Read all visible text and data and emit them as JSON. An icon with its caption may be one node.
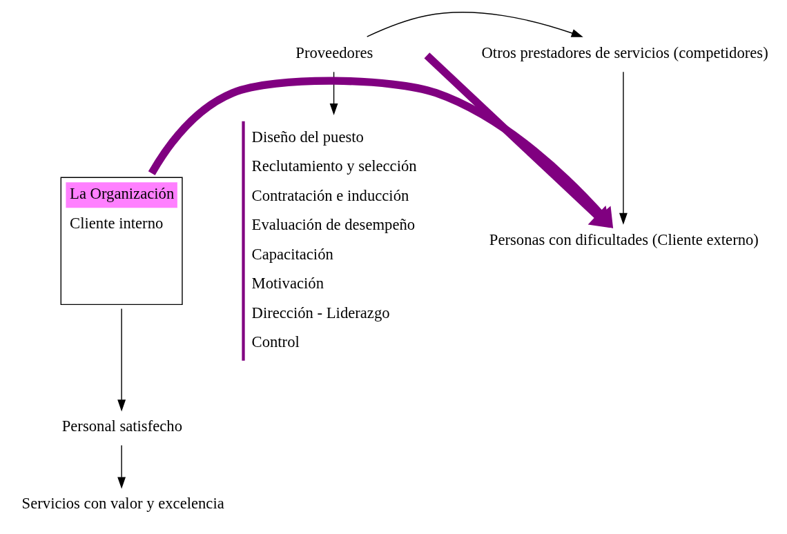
{
  "diagram": {
    "nodes": [
      {
        "text": [
          "Otros prestadores de servicios (competidores)"
        ]
      },
      {
        "text": [
          "Proveedores"
        ]
      },
      {
        "text": [
          "Personas con dificultades (Cliente externo)"
        ]
      },
      {
        "text": [
          "La Organización",
          "Cliente interno"
        ]
      },
      {
        "text": [
          "Personal satisfecho"
        ]
      },
      {
        "text": [
          "Servicios con valor y excelencia"
        ]
      },
      {
        "text": [
          "Diseño del puesto",
          "Reclutamiento y selección",
          "Contratación e inducción",
          "Evaluación de desempeño",
          "Capacitación",
          "Motivación",
          "Dirección - Liderazgo",
          "Control"
        ]
      }
    ],
    "edges": [
      {
        "from": 1,
        "to": 0,
        "arrow": "to"
      },
      {
        "from": 0,
        "to": 2,
        "arrow": "to"
      },
      {
        "from": 1,
        "to": 6,
        "arrow": "to"
      },
      {
        "from": 3,
        "to": 2,
        "arrow": "to",
        "style": "thick",
        "color": "#800080"
      },
      {
        "from": 3,
        "to": 4,
        "arrow": "to"
      },
      {
        "from": 4,
        "to": 5,
        "arrow": "to"
      },
      {
        "from": null,
        "to": 2,
        "arrow": "to",
        "style": "thick",
        "color": "#800080"
      }
    ]
  }
}
